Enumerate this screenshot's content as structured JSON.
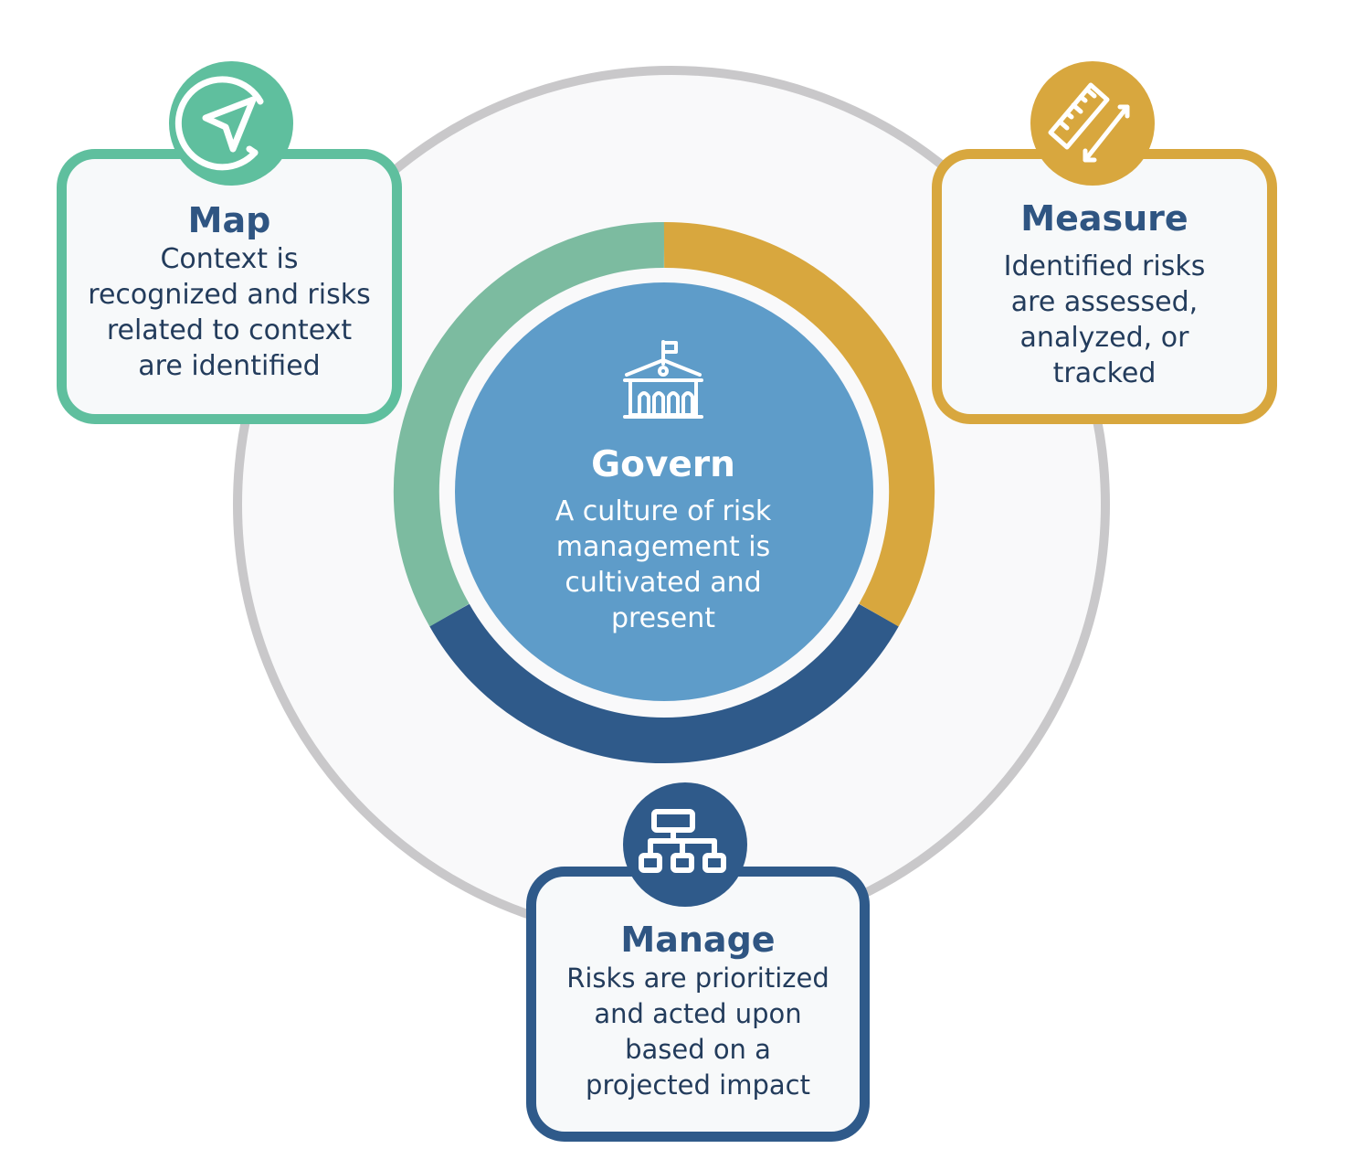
{
  "colors": {
    "map": "#5fbf9e",
    "measure": "#d8a73e",
    "manage": "#2f5a8a",
    "govern_core": "#5e9cc9",
    "outer_ring": "#c9c8ca",
    "title_text": "#2f5582"
  },
  "govern": {
    "icon": "government-building-icon",
    "title": "Govern",
    "description": "A culture of risk\nmanagement is\ncultivated and\npresent"
  },
  "map": {
    "icon": "navigation-arrow-icon",
    "title": "Map",
    "description": "Context is\nrecognized and risks\nrelated to context\nare identified"
  },
  "measure": {
    "icon": "ruler-measure-icon",
    "title": "Measure",
    "description": "Identified risks\nare assessed,\nanalyzed, or\ntracked"
  },
  "manage": {
    "icon": "hierarchy-chart-icon",
    "title": "Manage",
    "description": "Risks are prioritized\nand acted upon\nbased on a\nprojected impact"
  }
}
